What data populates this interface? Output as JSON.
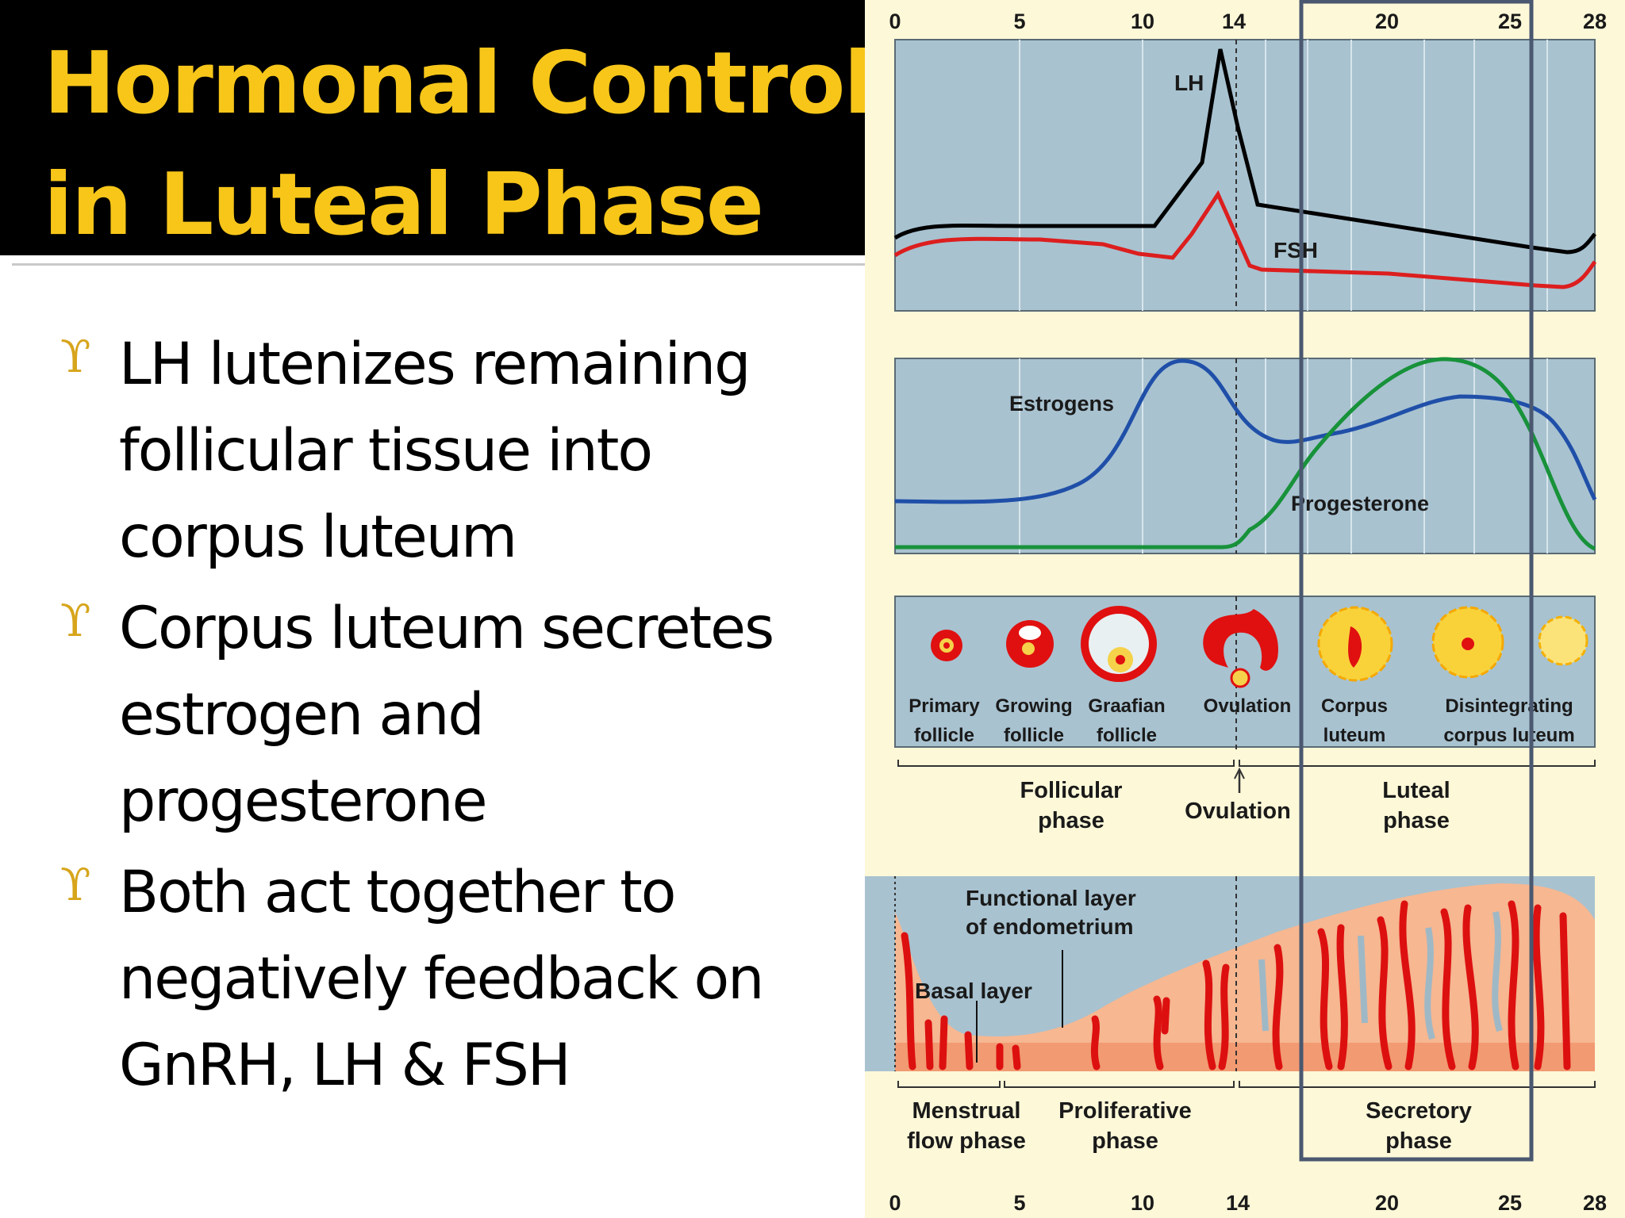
{
  "slide": {
    "title_lines": [
      "Hormonal Control",
      "in Luteal Phase"
    ],
    "bullets": [
      {
        "glyph": "ϒ",
        "lines": [
          "LH lutenizes remaining",
          "follicular tissue into",
          "corpus luteum"
        ]
      },
      {
        "glyph": "ϒ",
        "lines": [
          "Corpus luteum secretes",
          "estrogen and",
          "progesterone"
        ]
      },
      {
        "glyph": "ϒ",
        "lines": [
          "Both act together to",
          "negatively feedback on",
          "GnRH, LH & FSH"
        ]
      }
    ]
  },
  "figure": {
    "day_axis": {
      "top_ticks": [
        "0",
        "5",
        "10",
        "14",
        "20",
        "25",
        "28"
      ],
      "bottom_ticks": [
        "0",
        "5",
        "10",
        "14",
        "20",
        "25",
        "28"
      ]
    },
    "gonadotropins": {
      "lh_label": "LH",
      "fsh_label": "FSH",
      "lh_color": "#000000",
      "fsh_color": "#dc1e1e"
    },
    "ovarian_hormones": {
      "estrogen_label": "Estrogens",
      "progesterone_label": "Progesterone",
      "estrogen_color": "#1f4fa8",
      "progesterone_color": "#18923a"
    },
    "ovary_stages": [
      [
        "Primary",
        "follicle"
      ],
      [
        "Growing",
        "follicle"
      ],
      [
        "Graafian",
        "follicle"
      ],
      [
        "Ovulation"
      ],
      [
        "Corpus",
        "luteum"
      ],
      [
        "Disintegrating",
        "corpus luteum"
      ]
    ],
    "ovarian_phases": {
      "follicular": [
        "Follicular",
        "phase"
      ],
      "ovulation": "Ovulation",
      "luteal": [
        "Luteal",
        "phase"
      ]
    },
    "endometrium": {
      "functional_label": [
        "Functional layer",
        "of endometrium"
      ],
      "basal_label": "Basal layer"
    },
    "uterine_phases": {
      "menstrual": [
        "Menstrual",
        "flow phase"
      ],
      "proliferative": [
        "Proliferative",
        "phase"
      ],
      "secretory": [
        "Secretory",
        "phase"
      ]
    },
    "highlight_color": "#4a5870"
  }
}
